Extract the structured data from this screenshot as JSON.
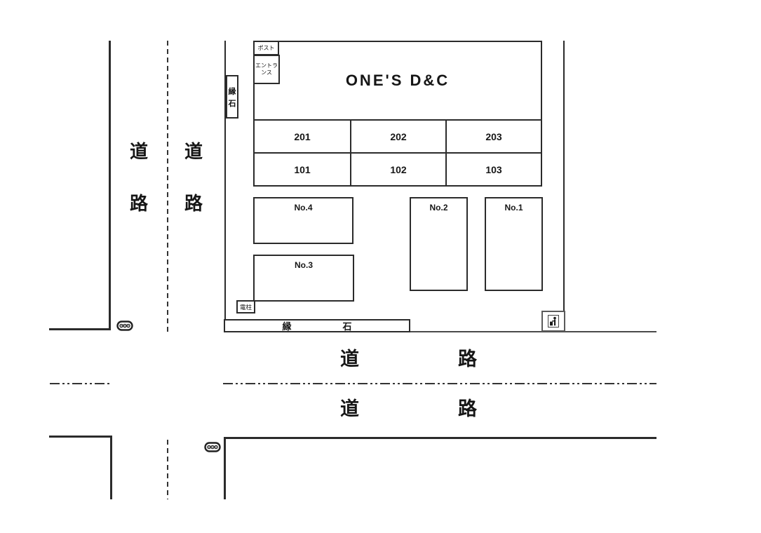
{
  "building": {
    "title": "ONE'S D&C",
    "post_label": "ポスト",
    "entrance_label": "エントランス",
    "units": {
      "floor2": [
        "201",
        "202",
        "203"
      ],
      "floor1": [
        "101",
        "102",
        "103"
      ]
    }
  },
  "parking_spots": [
    "No.4",
    "No.3",
    "No.2",
    "No.1"
  ],
  "labels": {
    "road": "道路",
    "road_chars": [
      "道",
      "路"
    ],
    "curb": "縁石",
    "curb_chars": [
      "縁",
      "石"
    ],
    "utility_pole": "電柱"
  },
  "icons": {
    "utility_marker": "triple-circle-utility-marker",
    "waste_station": "put-litter-in-place-pictogram"
  },
  "colors": {
    "line": "#2b2b2b",
    "text": "#161616",
    "background": "#ffffff"
  }
}
